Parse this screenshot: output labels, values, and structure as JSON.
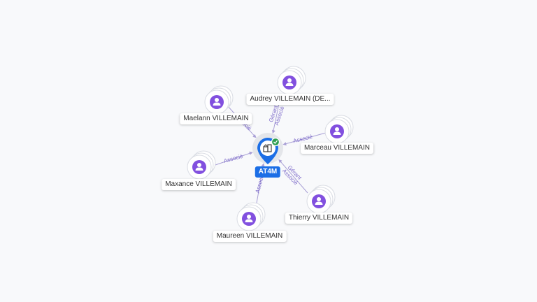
{
  "center": {
    "label": "AT4M",
    "icon": "building-icon",
    "badge_icon": "check-icon"
  },
  "colors": {
    "edge": "#a9a0d6",
    "edge_label": "#7b68c9",
    "person": "#8250df",
    "center": "#1b6ee6",
    "badge": "#2e9e52"
  },
  "nodes": [
    {
      "id": "audrey",
      "name": "Audrey VILLEMAIN (DE...",
      "icon": "person-icon",
      "relations": [
        "Gérant",
        "Associé"
      ]
    },
    {
      "id": "maelann",
      "name": "Maelann VILLEMAIN",
      "icon": "person-icon",
      "relations": [
        "Associé"
      ]
    },
    {
      "id": "marceau",
      "name": "Marceau VILLEMAIN",
      "icon": "person-icon",
      "relations": [
        "Associé"
      ]
    },
    {
      "id": "maxance",
      "name": "Maxance VILLEMAIN",
      "icon": "person-icon",
      "relations": [
        "Associé"
      ]
    },
    {
      "id": "maureen",
      "name": "Maureen VILLEMAIN",
      "icon": "person-icon",
      "relations": [
        "Associé"
      ]
    },
    {
      "id": "thierry",
      "name": "Thierry VILLEMAIN",
      "icon": "person-icon",
      "relations": [
        "Gérant",
        "Associé"
      ]
    }
  ]
}
